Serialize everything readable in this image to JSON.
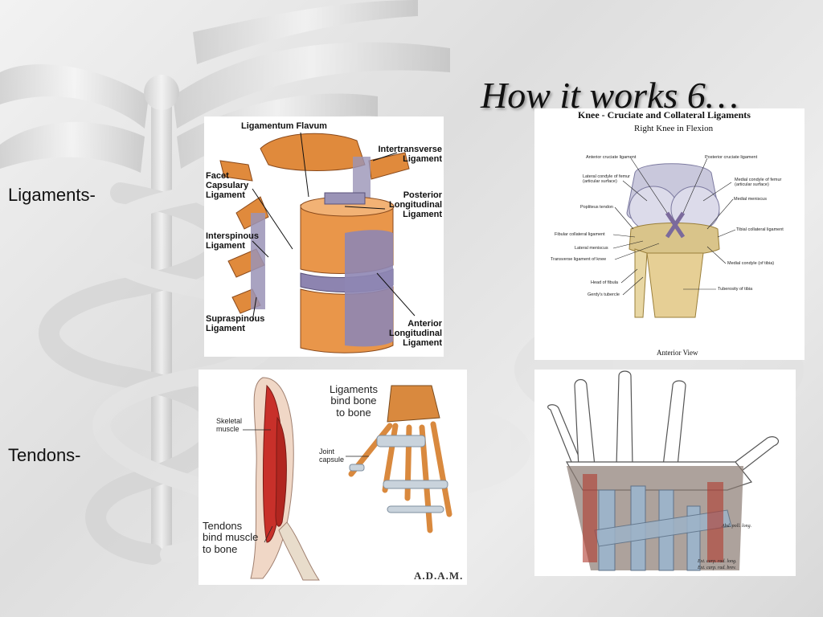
{
  "slide": {
    "title": "How it works 6…",
    "labels": {
      "ligaments": "Ligaments-",
      "tendons": "Tendons-"
    }
  },
  "spine_figure": {
    "labels": {
      "ligamentum_flavum": "Ligamentum Flavum",
      "intertransverse_1": "Intertransverse",
      "intertransverse_2": "Ligament",
      "facet_1": "Facet",
      "facet_2": "Capsulary",
      "facet_3": "Ligament",
      "posterior_1": "Posterior",
      "posterior_2": "Longitudinal",
      "posterior_3": "Ligament",
      "interspinous_1": "Interspinous",
      "interspinous_2": "Ligament",
      "supraspinous_1": "Supraspinous",
      "supraspinous_2": "Ligament",
      "anterior_1": "Anterior",
      "anterior_2": "Longitudinal",
      "anterior_3": "Ligament"
    }
  },
  "knee_figure": {
    "title": "Knee - Cruciate and Collateral Ligaments",
    "subtitle": "Right Knee in Flexion",
    "footer": "Anterior View",
    "labels": {
      "anterior_cruciate": "Anterior cruciate ligament",
      "posterior_cruciate": "Posterior cruciate ligament",
      "lateral_condyle_1": "Lateral condyle of femur",
      "lateral_condyle_2": "(articular surface)",
      "medial_condyle_femur_1": "Medial condyle of femur",
      "medial_condyle_femur_2": "(articular surface)",
      "medial_meniscus": "Medial meniscus",
      "popliteus_tendon": "Popliteus tendon",
      "fibular_collateral": "Fibular collateral ligament",
      "tibial_collateral": "Tibial collateral ligament",
      "lateral_meniscus": "Lateral meniscus",
      "transverse_ligament": "Transverse ligament of knee",
      "medial_condyle_tibia": "Medial condyle (of tibia)",
      "head_of_fibula": "Head of fibula",
      "tuberosity_tibia": "Tuberosity of tibia",
      "gerdys_tubercle": "Gerdy's tubercle"
    }
  },
  "arm_figure": {
    "labels": {
      "ligaments_1": "Ligaments",
      "ligaments_2": "bind bone",
      "ligaments_3": "to bone",
      "skeletal_1": "Skeletal",
      "skeletal_2": "muscle",
      "joint_1": "Joint",
      "joint_2": "capsule",
      "tendons_1": "Tendons",
      "tendons_2": "bind muscle",
      "tendons_3": "to bone",
      "brand": "A.D.A.M."
    }
  },
  "hand_figure": {
    "labels": {
      "abd": "Abd. poll. long.",
      "ext1": "Ext. carp. rad. long.",
      "ext2": "Ext. carp. rad. brev."
    }
  },
  "colors": {
    "bone": "#e08a3c",
    "ligament": "#9a93b6",
    "muscle": "#c8302a",
    "tendon": "#9db3c8"
  }
}
